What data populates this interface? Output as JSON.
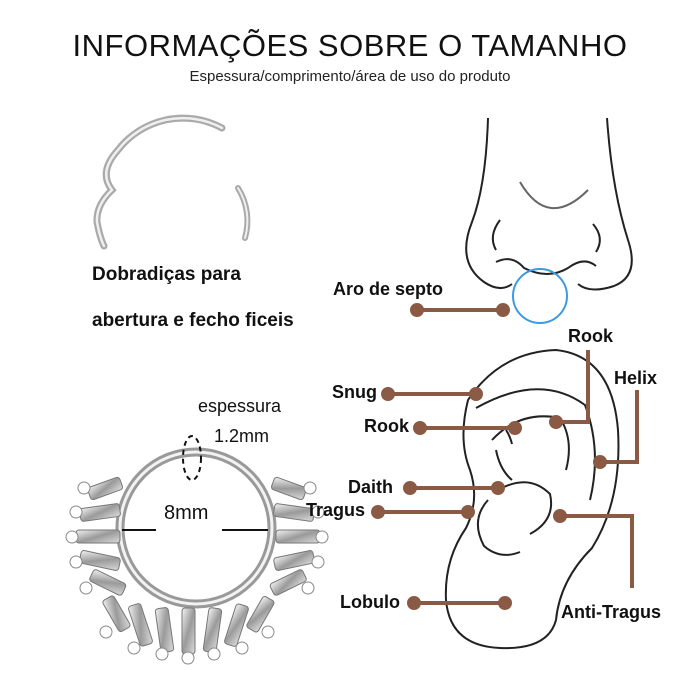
{
  "header": {
    "title": "INFORMAÇÕES SOBRE O TAMANHO",
    "subtitle": "Espessura/comprimento/área de uso do produto"
  },
  "hinge_note": {
    "line1": "Dobradiças para",
    "line2": "abertura e fecho ficeis"
  },
  "dimensions": {
    "thickness_label": "espessura",
    "thickness_value": "1.2mm",
    "diameter_value": "8mm"
  },
  "nose_label": "Aro de septo",
  "ear_labels": {
    "rook_top": "Rook",
    "helix": "Helix",
    "snug": "Snug",
    "rook_left": "Rook",
    "daith": "Daith",
    "tragus": "Tragus",
    "lobulo": "Lobulo",
    "anti_tragus": "Anti-Tragus"
  },
  "colors": {
    "leader": "#8a5a44",
    "septum_ring": "#3a9be0",
    "outline": "#222222"
  }
}
